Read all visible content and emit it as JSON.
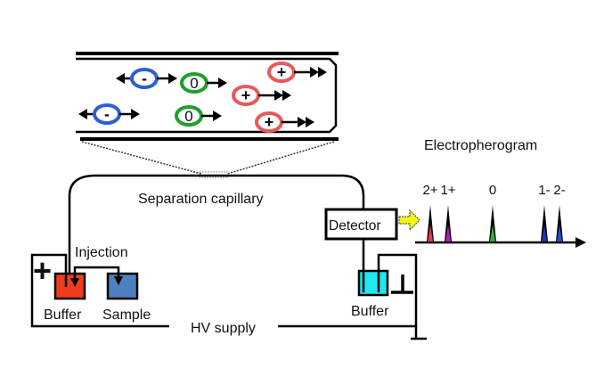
{
  "labels": {
    "separation_capillary": "Separation capillary",
    "detector": "Detector",
    "injection": "Injection",
    "buffer_left": "Buffer",
    "sample": "Sample",
    "buffer_right": "Buffer",
    "hv_supply": "HV supply",
    "electropherogram": "Electropherogram",
    "plus_electrode": "+",
    "ground_symbol": "⊥"
  },
  "ions": [
    {
      "charge": "-",
      "color": "#2b5fd9",
      "arrows": "back-and-forward"
    },
    {
      "charge": "0",
      "color": "#1f9e2c",
      "arrows": "forward"
    },
    {
      "charge": "+",
      "color": "#e8585a",
      "arrows": "fast-forward"
    },
    {
      "charge": "+",
      "color": "#e8585a",
      "arrows": "fast-forward"
    },
    {
      "charge": "-",
      "color": "#2b5fd9",
      "arrows": "back-and-forward"
    },
    {
      "charge": "0",
      "color": "#1f9e2c",
      "arrows": "forward"
    },
    {
      "charge": "+",
      "color": "#e8585a",
      "arrows": "fast-forward"
    }
  ],
  "peaks": [
    {
      "label": "2+",
      "color": "#e03a4a"
    },
    {
      "label": "1+",
      "color": "#b020c0"
    },
    {
      "label": "0",
      "color": "#2fb02f"
    },
    {
      "label": "1-",
      "color": "#2030c0"
    },
    {
      "label": "2-",
      "color": "#2050d0"
    }
  ],
  "colors": {
    "buffer_left": "#f03c1c",
    "sample": "#4f7fbf",
    "buffer_right": "#22e6f0",
    "detector_arrow": "#f5f518"
  }
}
